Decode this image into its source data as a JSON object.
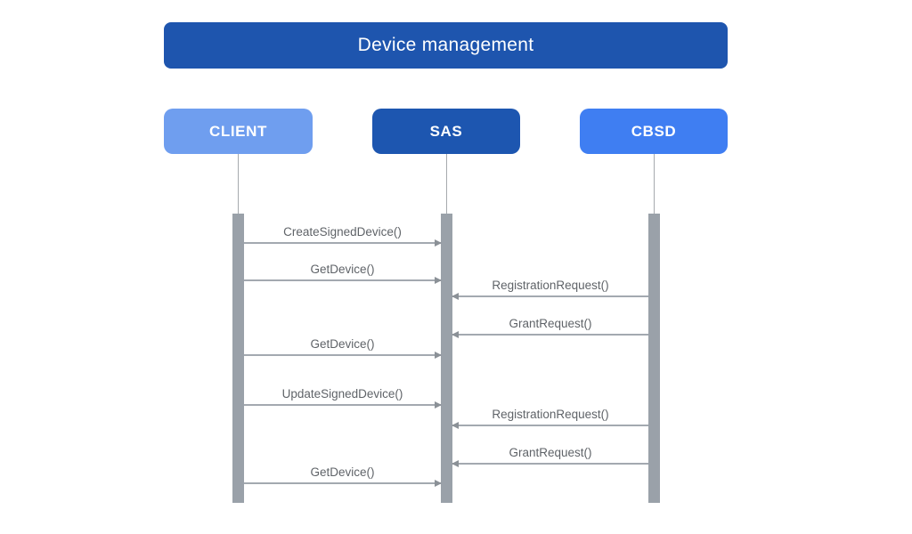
{
  "diagram": {
    "type": "sequence",
    "title": "Device management",
    "title_color": "#1e55ae",
    "actors": [
      {
        "name": "CLIENT",
        "color": "#6f9eef"
      },
      {
        "name": "SAS",
        "color": "#1d56b0"
      },
      {
        "name": "CBSD",
        "color": "#3f7ef2"
      }
    ],
    "messages": [
      {
        "label": "CreateSignedDevice()",
        "from": "CLIENT",
        "to": "SAS"
      },
      {
        "label": "GetDevice()",
        "from": "CLIENT",
        "to": "SAS"
      },
      {
        "label": "RegistrationRequest()",
        "from": "CBSD",
        "to": "SAS"
      },
      {
        "label": "GrantRequest()",
        "from": "CBSD",
        "to": "SAS"
      },
      {
        "label": "GetDevice()",
        "from": "CLIENT",
        "to": "SAS"
      },
      {
        "label": "UpdateSignedDevice()",
        "from": "CLIENT",
        "to": "SAS"
      },
      {
        "label": "RegistrationRequest()",
        "from": "CBSD",
        "to": "SAS"
      },
      {
        "label": "GrantRequest()",
        "from": "CBSD",
        "to": "SAS"
      },
      {
        "label": "GetDevice()",
        "from": "CLIENT",
        "to": "SAS"
      }
    ]
  }
}
